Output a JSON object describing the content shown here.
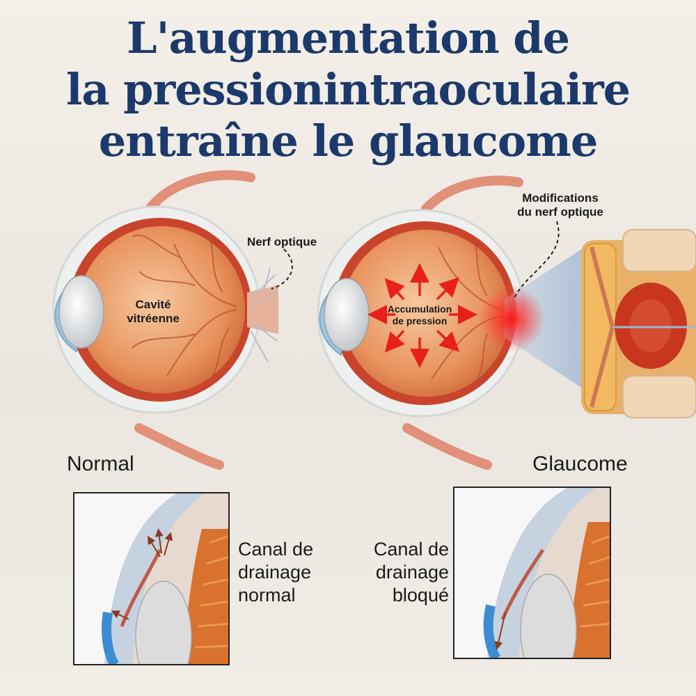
{
  "title": {
    "line1": "L'augmentation de",
    "line2": "la pressionintraoculaire",
    "line3": "entraîne le glaucome"
  },
  "labels": {
    "nerf_optique": "Nerf optique",
    "cavite_line1": "Cavité",
    "cavite_line2": "vitréenne",
    "modifications_line1": "Modifications",
    "modifications_line2": "du nerf optique",
    "accumulation_line1": "Accumulation",
    "accumulation_line2": "de pression",
    "normal": "Normal",
    "glaucome": "Glaucome"
  },
  "insets": {
    "normal": {
      "line1": "Canal de",
      "line2": "drainage",
      "line3": "normal"
    },
    "blocked": {
      "line1": "Canal de",
      "line2": "drainage",
      "line3": "bloqué"
    }
  },
  "colors": {
    "title": "#1b3a6b",
    "arrows": "#e8201a",
    "eye_interior": "#e8935e",
    "sclera": "#c8452c"
  }
}
